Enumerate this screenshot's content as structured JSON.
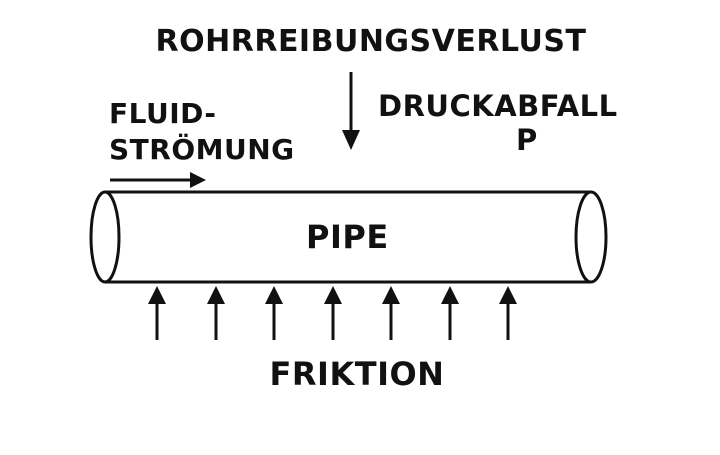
{
  "title": "ROHRREIBUNGSVERLUST",
  "flow": {
    "line1": "FLUID-",
    "line2": "STRÖMUNG"
  },
  "pressure_drop": {
    "line1": "DRUCKABFALL",
    "line2": "P"
  },
  "pipe": {
    "label": "PIPE"
  },
  "friction": {
    "label": "FRIKTION",
    "arrow_count": 7
  },
  "colors": {
    "ink": "#111111",
    "background": "#ffffff"
  }
}
